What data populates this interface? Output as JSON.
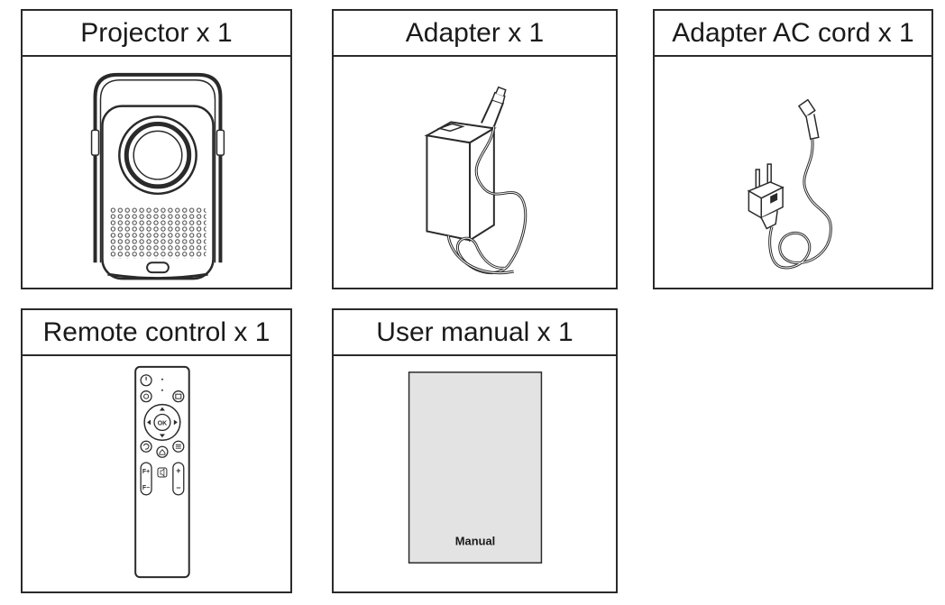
{
  "panels": [
    {
      "label": "Projector x 1",
      "icon": "projector-icon"
    },
    {
      "label": "Adapter x 1",
      "icon": "power-adapter-icon"
    },
    {
      "label": "Adapter AC cord x 1",
      "icon": "ac-cord-icon"
    },
    {
      "label": "Remote control x 1",
      "icon": "remote-control-icon"
    },
    {
      "label": "User manual x 1",
      "icon": "user-manual-icon"
    }
  ],
  "manual": {
    "cover_text": "Manual"
  },
  "remote": {
    "ok_label": "OK",
    "f_plus": "F+",
    "f_minus": "F−",
    "vol_plus": "+",
    "vol_minus": "−"
  },
  "colors": {
    "outline": "#2a2a2a",
    "manual_cover": "#e3e3e3"
  }
}
